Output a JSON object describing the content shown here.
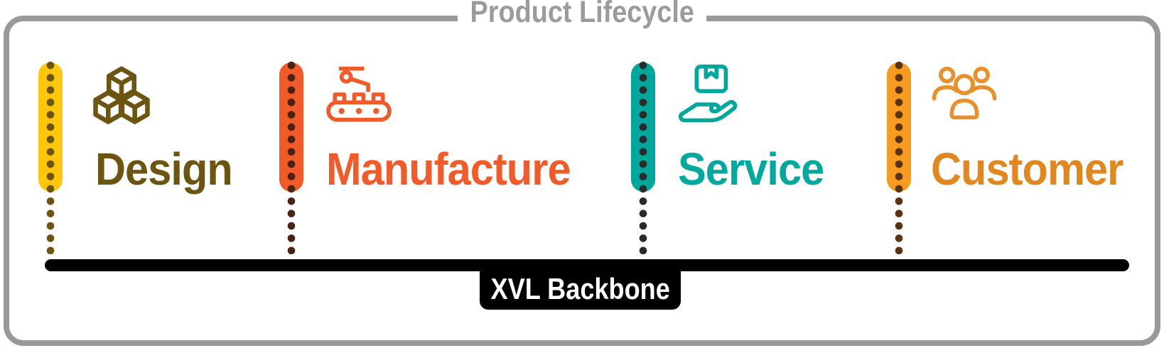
{
  "title": "Product Lifecycle",
  "frame": {
    "border_color": "#999999",
    "title_color": "#9B9B9B"
  },
  "stages": [
    {
      "name": "Design",
      "icon": "cubes-icon",
      "text_color": "#6B5511",
      "capsule_color": "#FFC60B",
      "dot_color": "#6B5511"
    },
    {
      "name": "Manufacture",
      "icon": "conveyor-robot-icon",
      "text_color": "#F15A29",
      "capsule_color": "#F15A29",
      "dot_color": "#4A2315"
    },
    {
      "name": "Service",
      "icon": "hand-box-icon",
      "text_color": "#00A89D",
      "capsule_color": "#00A79B",
      "dot_color": "#2B2B2B"
    },
    {
      "name": "Customer",
      "icon": "people-group-icon",
      "text_color": "#E1871F",
      "capsule_color": "#F79C1F",
      "dot_color": "#5B3310"
    }
  ],
  "backbone": {
    "label": "XVL Backbone",
    "bar_color": "#000000",
    "text_color": "#FFFFFF"
  }
}
